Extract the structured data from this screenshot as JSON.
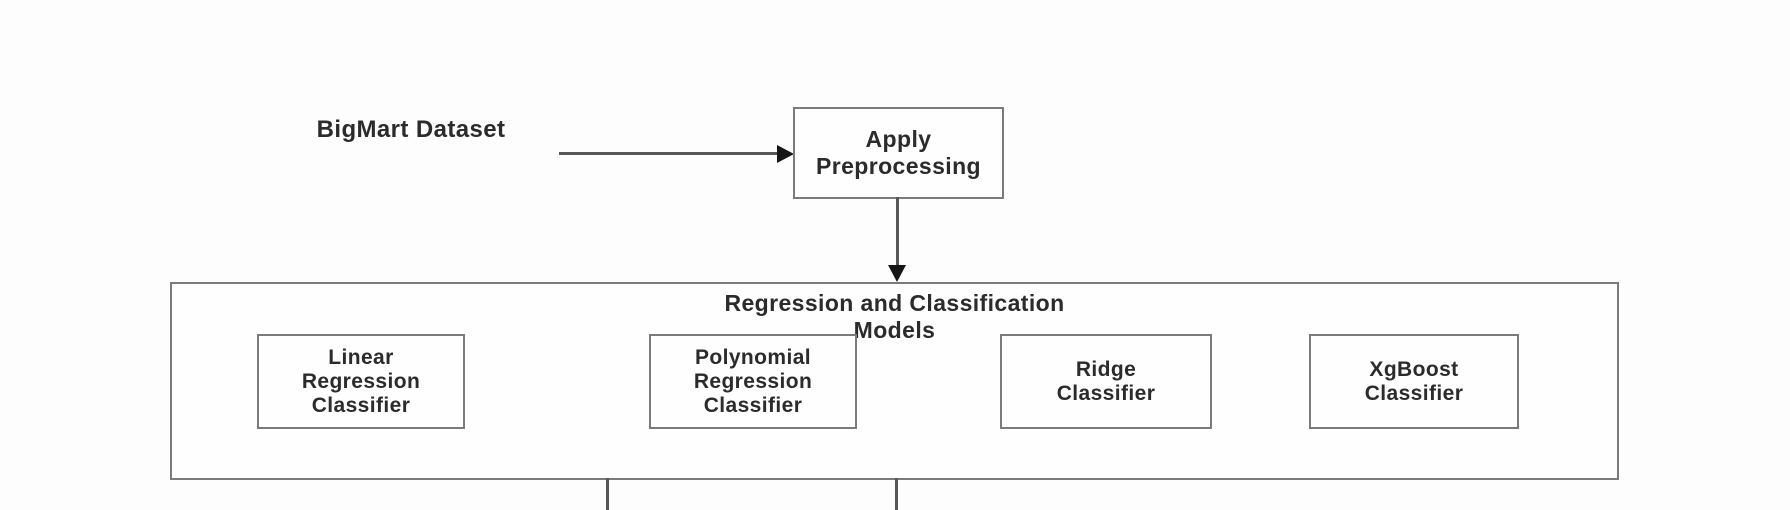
{
  "diagram": {
    "dataset_label": "BigMart Dataset",
    "preprocess_label": "Apply\nPreprocessing",
    "models_container": {
      "title": "Regression and Classification\nModels",
      "models": [
        {
          "label": "Linear\nRegression\nClassifier"
        },
        {
          "label": "Polynomial\nRegression\nClassifier"
        },
        {
          "label": "Ridge\nClassifier"
        },
        {
          "label": "XgBoost\nClassifier"
        }
      ]
    },
    "colors": {
      "box_border": "#7b7b7b",
      "connector": "#585858",
      "arrowhead": "#161616",
      "text": "#2b2b2b",
      "background": "#fdfdfd"
    }
  }
}
